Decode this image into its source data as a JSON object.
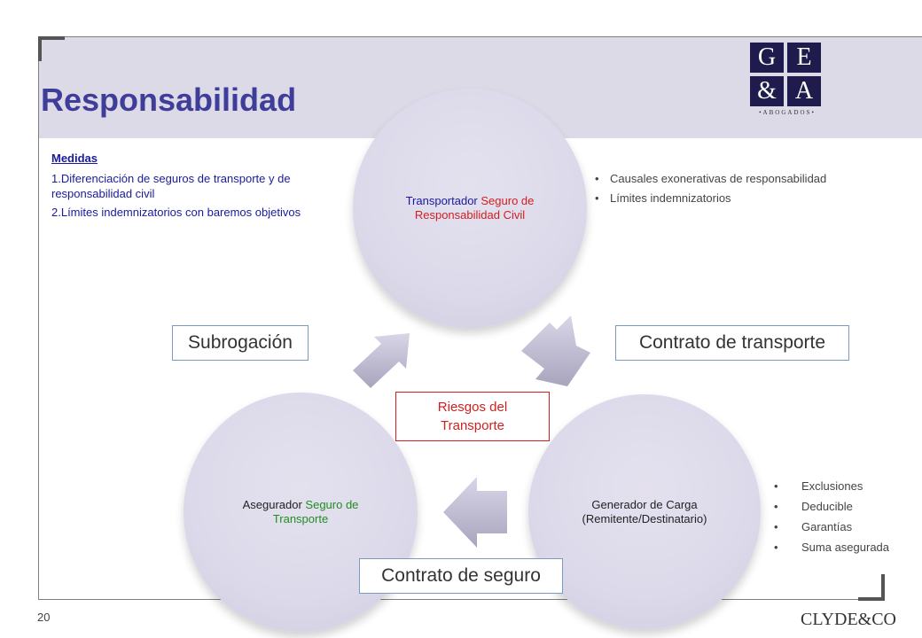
{
  "title": "Responsabilidad",
  "logo": {
    "cells": [
      "G",
      "E",
      "&",
      "A"
    ],
    "subtitle": "•ABOGADOS•"
  },
  "measures": {
    "title": "Medidas",
    "items": [
      "1.Diferenciación de seguros de transporte y de responsabilidad civil",
      "2.Límites indemnizatorios con baremos objetivos"
    ]
  },
  "bullets_top": [
    "Causales exonerativas de responsabilidad",
    "Límites indemnizatorios"
  ],
  "bullets_bottom": [
    "Exclusiones",
    "Deducible",
    "Garantías",
    "Suma asegurada"
  ],
  "cycle": {
    "top": {
      "role": "Transportador",
      "insurance": "Seguro de Responsabilidad Civil"
    },
    "right": {
      "text": "Generador de Carga (Remitente/Destinatario)"
    },
    "left": {
      "role": "Asegurador",
      "insurance": "Seguro de Transporte"
    },
    "center_line1": "Riesgos del",
    "center_line2": "Transporte"
  },
  "labels": {
    "subrogation": "Subrogación",
    "transport_contract": "Contrato de transporte",
    "insurance_contract": "Contrato de seguro"
  },
  "footer": {
    "page_number": "20",
    "brand": "CLYDE&CO"
  },
  "colors": {
    "title": "#3f3d9a",
    "accent_blue": "#1a1a9c",
    "accent_red": "#d11f1f",
    "accent_green": "#1f8f1f",
    "header_band": "#dcdae6"
  }
}
